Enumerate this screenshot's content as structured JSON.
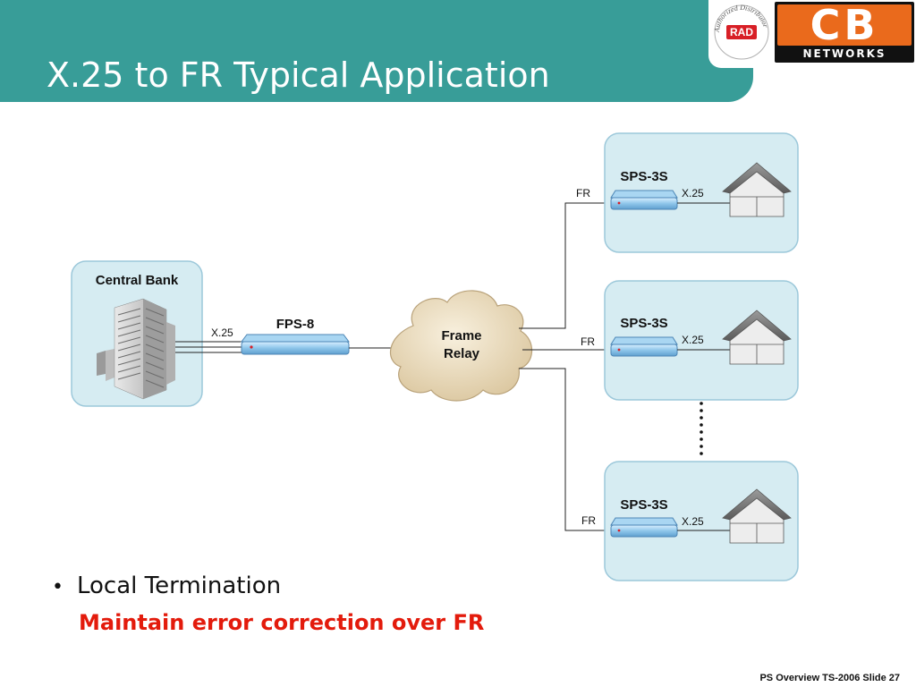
{
  "slide": {
    "title": "X.25 to FR Typical Application",
    "bullet": "Local Termination",
    "sub_point": "Maintain error correction over FR",
    "footer": "PS Overview TS-2006  Slide 27"
  },
  "logos": {
    "rad_seal_text": "Authorized Distributor",
    "rad_mark": "RAD",
    "cb_main": "CB",
    "cb_sub": "NETWORKS"
  },
  "diagram": {
    "central_site": {
      "label": "Central Bank",
      "link_label": "X.25"
    },
    "core_device": {
      "label": "FPS-8"
    },
    "network": {
      "line1": "Frame",
      "line2": "Relay"
    },
    "remote_sites": [
      {
        "device": "SPS-3S",
        "wan_label": "FR",
        "lan_label": "X.25"
      },
      {
        "device": "SPS-3S",
        "wan_label": "FR",
        "lan_label": "X.25"
      },
      {
        "device": "SPS-3S",
        "wan_label": "FR",
        "lan_label": "X.25"
      }
    ]
  },
  "colors": {
    "header": "#389d98",
    "panel_fill": "#d6ecf2",
    "panel_stroke": "#9cc8da",
    "device_fill": "#8ec6ea",
    "cloud_fill": "#e6d6b8",
    "accent_red": "#e31b0c",
    "cb_orange": "#ea6a1c"
  },
  "icons": [
    "rad-seal-icon",
    "building-icon",
    "cloud-icon",
    "house-icon",
    "network-device-icon"
  ]
}
